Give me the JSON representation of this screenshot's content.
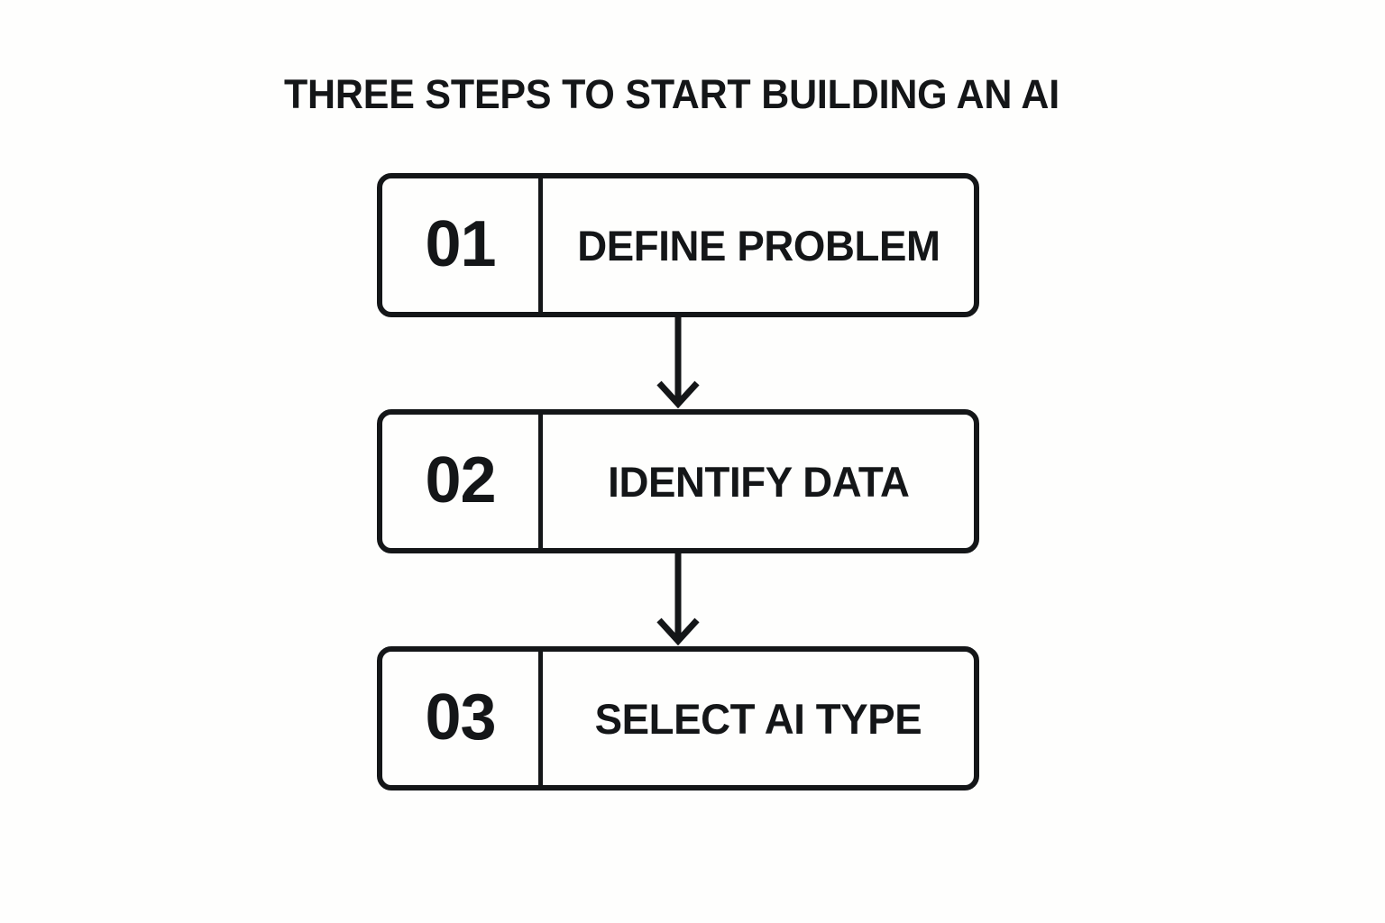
{
  "page": {
    "title": "THREE STEPS TO START BUILDING AN AI",
    "background_color": "#fefefd",
    "ink_color": "#141618"
  },
  "flow": {
    "orientation": "vertical",
    "steps": [
      {
        "number": "01",
        "label": "DEFINE PROBLEM"
      },
      {
        "number": "02",
        "label": "IDENTIFY DATA"
      },
      {
        "number": "03",
        "label": "SELECT AI TYPE"
      }
    ],
    "connectors": [
      {
        "from": "01",
        "to": "02",
        "icon": "arrow-down-icon"
      },
      {
        "from": "02",
        "to": "03",
        "icon": "arrow-down-icon"
      }
    ]
  }
}
